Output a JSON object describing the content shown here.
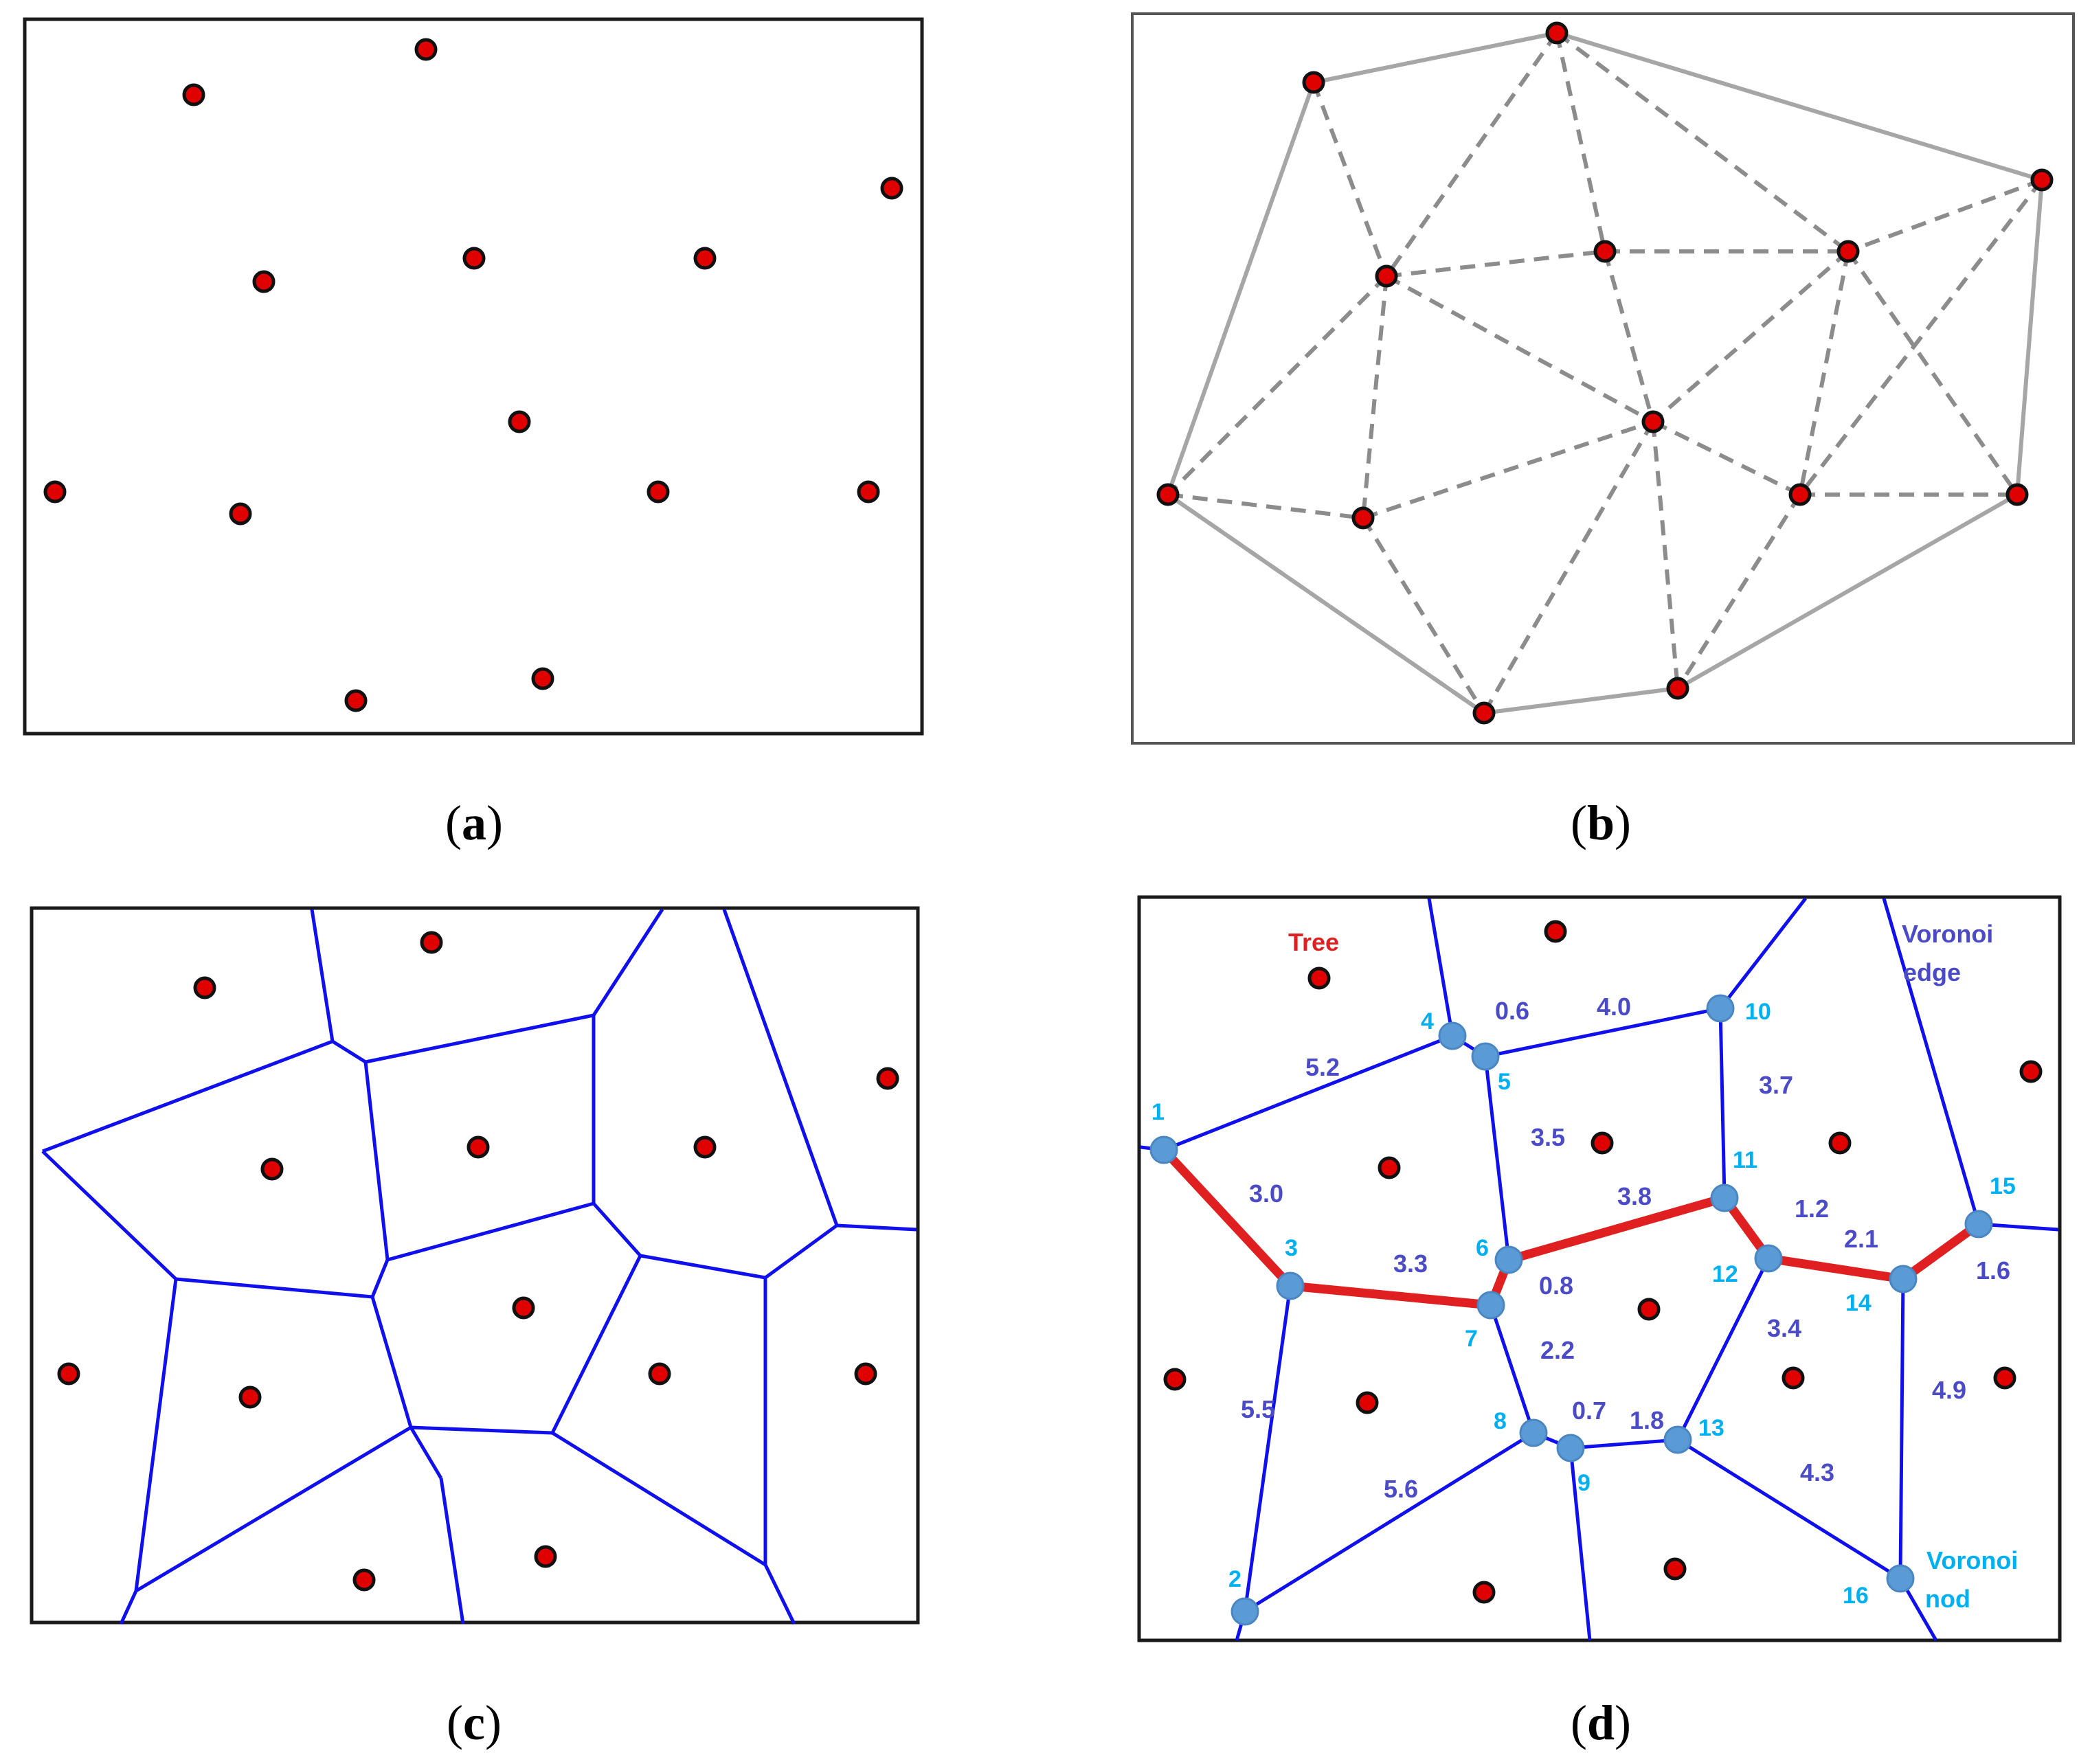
{
  "captions": {
    "a": {
      "open": "(",
      "letter": "a",
      "close": ")"
    },
    "b": {
      "open": "(",
      "letter": "b",
      "close": ")"
    },
    "c": {
      "open": "(",
      "letter": "c",
      "close": ")"
    },
    "d": {
      "open": "(",
      "letter": "d",
      "close": ")"
    }
  },
  "legend": {
    "tree": "Tree",
    "voronoi_edge_line1": "Voronoi",
    "voronoi_edge_line2": "edge",
    "voronoi_node_line1": "Voronoi",
    "voronoi_node_line2": "nod"
  },
  "nodes": [
    {
      "id": "1",
      "label": "1"
    },
    {
      "id": "2",
      "label": "2"
    },
    {
      "id": "3",
      "label": "3"
    },
    {
      "id": "4",
      "label": "4"
    },
    {
      "id": "5",
      "label": "5"
    },
    {
      "id": "6",
      "label": "6"
    },
    {
      "id": "7",
      "label": "7"
    },
    {
      "id": "8",
      "label": "8"
    },
    {
      "id": "9",
      "label": "9"
    },
    {
      "id": "10",
      "label": "10"
    },
    {
      "id": "11",
      "label": "11"
    },
    {
      "id": "12",
      "label": "12"
    },
    {
      "id": "13",
      "label": "13"
    },
    {
      "id": "14",
      "label": "14"
    },
    {
      "id": "15",
      "label": "15"
    },
    {
      "id": "16",
      "label": "16"
    }
  ],
  "edges": [
    {
      "from": "1",
      "to": "4",
      "weight": "5.2"
    },
    {
      "from": "1",
      "to": "3",
      "weight": "3.0",
      "tree": true
    },
    {
      "from": "3",
      "to": "7",
      "weight": "3.3",
      "tree": true
    },
    {
      "from": "3",
      "to": "2",
      "weight": "5.5"
    },
    {
      "from": "4",
      "to": "5",
      "weight": "0.6"
    },
    {
      "from": "5",
      "to": "10",
      "weight": "4.0"
    },
    {
      "from": "5",
      "to": "6",
      "weight": "3.5"
    },
    {
      "from": "6",
      "to": "7",
      "weight": "0.8",
      "tree": true
    },
    {
      "from": "6",
      "to": "11",
      "weight": "3.8",
      "tree": true
    },
    {
      "from": "10",
      "to": "11",
      "weight": "3.7"
    },
    {
      "from": "11",
      "to": "12",
      "weight": "1.2",
      "tree": true
    },
    {
      "from": "12",
      "to": "14",
      "weight": "2.1",
      "tree": true
    },
    {
      "from": "14",
      "to": "15",
      "weight": "1.6",
      "tree": true
    },
    {
      "from": "7",
      "to": "8",
      "weight": "2.2"
    },
    {
      "from": "8",
      "to": "9",
      "weight": "0.7"
    },
    {
      "from": "9",
      "to": "13",
      "weight": "1.8"
    },
    {
      "from": "8",
      "to": "2",
      "weight": "5.6"
    },
    {
      "from": "12",
      "to": "13",
      "weight": "3.4"
    },
    {
      "from": "13",
      "to": "16",
      "weight": "4.3"
    },
    {
      "from": "14",
      "to": "16",
      "weight": "4.9"
    }
  ],
  "colors": {
    "site": "#e00000",
    "voronoi_edge": "#1010ee",
    "tree_path": "#e02020",
    "voronoi_node": "#5b9bd5",
    "node_label": "#00b0f0",
    "weight_label": "#4b4bc8",
    "hull": "#a6a6a6",
    "triangulation": "#8c8c8c"
  }
}
